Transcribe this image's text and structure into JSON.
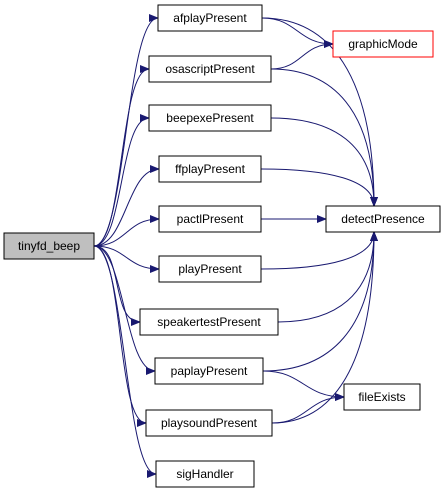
{
  "colors": {
    "edge": "#191970",
    "node_border": "#000000",
    "root_fill": "#bfbfbf",
    "node_fill": "#ffffff",
    "external_border": "#ff0000",
    "background": "#ffffff"
  },
  "nodes": {
    "tinyfd_beep": "tinyfd_beep",
    "afplayPresent": "afplayPresent",
    "osascriptPresent": "osascriptPresent",
    "beepexePresent": "beepexePresent",
    "ffplayPresent": "ffplayPresent",
    "pactlPresent": "pactlPresent",
    "playPresent": "playPresent",
    "speakertestPresent": "speakertestPresent",
    "paplayPresent": "paplayPresent",
    "playsoundPresent": "playsoundPresent",
    "sigHandler": "sigHandler",
    "graphicMode": "graphicMode",
    "detectPresence": "detectPresence",
    "fileExists": "fileExists"
  },
  "edges": [
    [
      "tinyfd_beep",
      "afplayPresent"
    ],
    [
      "tinyfd_beep",
      "osascriptPresent"
    ],
    [
      "tinyfd_beep",
      "beepexePresent"
    ],
    [
      "tinyfd_beep",
      "ffplayPresent"
    ],
    [
      "tinyfd_beep",
      "pactlPresent"
    ],
    [
      "tinyfd_beep",
      "playPresent"
    ],
    [
      "tinyfd_beep",
      "speakertestPresent"
    ],
    [
      "tinyfd_beep",
      "paplayPresent"
    ],
    [
      "tinyfd_beep",
      "playsoundPresent"
    ],
    [
      "tinyfd_beep",
      "sigHandler"
    ],
    [
      "afplayPresent",
      "graphicMode"
    ],
    [
      "afplayPresent",
      "detectPresence"
    ],
    [
      "osascriptPresent",
      "graphicMode"
    ],
    [
      "osascriptPresent",
      "detectPresence"
    ],
    [
      "beepexePresent",
      "detectPresence"
    ],
    [
      "ffplayPresent",
      "detectPresence"
    ],
    [
      "pactlPresent",
      "detectPresence"
    ],
    [
      "playPresent",
      "detectPresence"
    ],
    [
      "speakertestPresent",
      "detectPresence"
    ],
    [
      "paplayPresent",
      "detectPresence"
    ],
    [
      "paplayPresent",
      "fileExists"
    ],
    [
      "playsoundPresent",
      "detectPresence"
    ],
    [
      "playsoundPresent",
      "fileExists"
    ]
  ]
}
